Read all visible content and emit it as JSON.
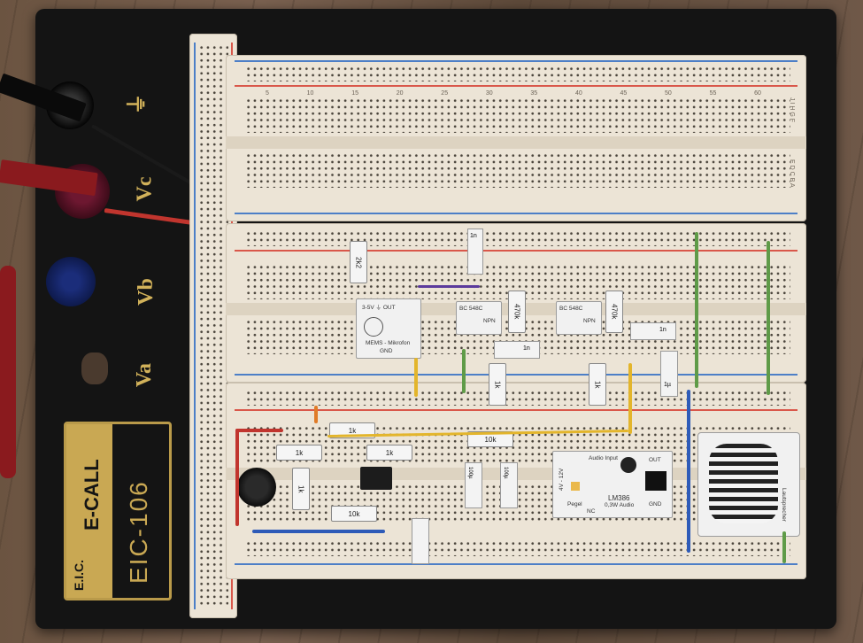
{
  "brand": {
    "logo_mark": "E.I.C.",
    "brand_name": "E-CALL",
    "model": "EIC-106"
  },
  "terminals": {
    "va_label": "Va",
    "vb_label": "Vb",
    "vc_label": "Vc",
    "ground_symbol": "⏚"
  },
  "breadboard": {
    "row_letters_top": "J I H G F",
    "row_letters_bottom": "E D C B A",
    "column_numbers": [
      "5",
      "10",
      "15",
      "20",
      "25",
      "30",
      "35",
      "40",
      "45",
      "50",
      "55",
      "60"
    ]
  },
  "components": {
    "mic_module": {
      "top_label": "3-5V  ⏚  OUT",
      "name": "MEMS - Mikrofon",
      "pin": "GND"
    },
    "transistor_1": {
      "label": "BC 548C",
      "type": "NPN"
    },
    "transistor_2": {
      "label": "BC 548C",
      "type": "NPN"
    },
    "amp_module": {
      "supply": "4V - 12V",
      "title": "LM386",
      "subtitle": "0,3W Audio",
      "pegel": "Pegel",
      "nc": "NC",
      "gnd": "GND",
      "out": "OUT",
      "input": "Audio Input"
    },
    "speaker_module": {
      "label": "Lautsprecher"
    },
    "resistors": [
      "2k2",
      "470k",
      "470k",
      "1k",
      "1k",
      "1k",
      "1k",
      "1k",
      "10k",
      "10k",
      "1k"
    ],
    "capacitors": [
      "1n",
      "1n",
      "1n",
      "1µ",
      "100µ",
      "100µ"
    ]
  },
  "colors": {
    "base": "#141414",
    "brand_gold": "#c9a853",
    "breadboard": "#ece4d6",
    "rail_red": "#d9574a",
    "rail_blue": "#4d7fc7"
  }
}
